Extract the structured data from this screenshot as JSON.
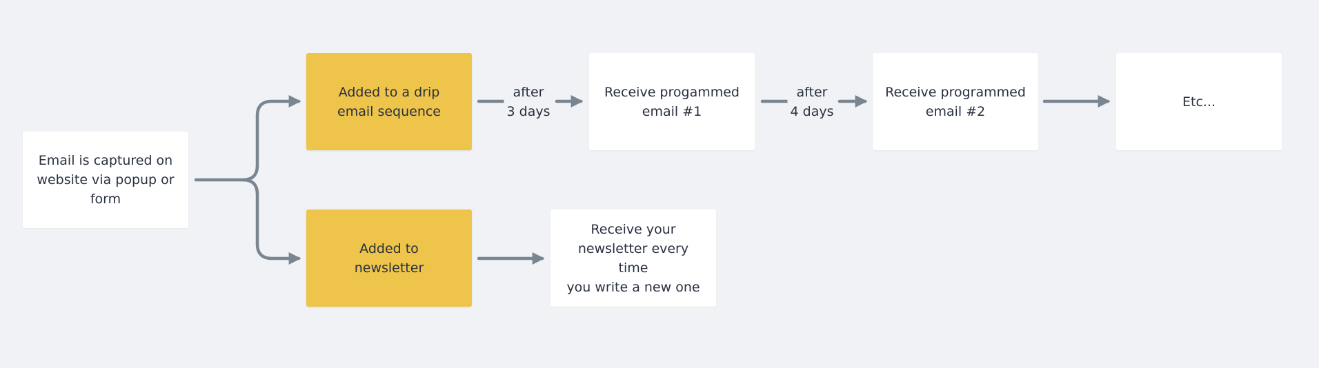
{
  "nodes": {
    "capture": "Email is captured on\nwebsite via popup or\nform",
    "drip": "Added to a drip\nemail sequence",
    "email1": "Receive progammed\nemail #1",
    "email2": "Receive programmed\nemail #2",
    "etc": "Etc...",
    "newsletter": "Added to\nnewsletter",
    "receive_newsletter": "Receive your\nnewsletter every time\nyou write a new one"
  },
  "edge_labels": {
    "after_3_days": "after\n3 days",
    "after_4_days": "after\n4 days"
  },
  "colors": {
    "background": "#f0f2f5",
    "highlight_node": "#efc44b",
    "node": "#ffffff",
    "connector": "#7a8592",
    "text": "#28303f"
  }
}
